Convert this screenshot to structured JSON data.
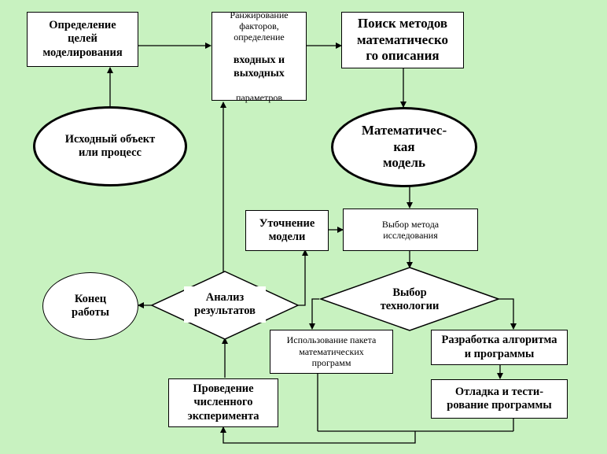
{
  "nodes": {
    "goals": "Определение\nцелей\nмоделирования",
    "ranking_top": "Ранжирование\nфакторов,\nопределение",
    "ranking_bold": "входных и\nвыходных",
    "ranking_bottom": "параметров",
    "search": "Поиск методов\nматематическо\nго описания",
    "source": "Исходный объект\nили процесс",
    "model": "Математичес-\nкая\nмодель",
    "refine": "Уточнение\nмодели",
    "method": "Выбор метода\nисследования",
    "tech": "Выбор\nтехнологии",
    "end": "Конец\nработы",
    "analysis": "Анализ\nрезультатов",
    "package": "Использование пакета\nматематических\nпрограмм",
    "algorithm": "Разработка алгоритма\nи программы",
    "debug": "Отладка и тести-\nрование программы",
    "experiment": "Проведение\nчисленного\nэксперимента"
  }
}
